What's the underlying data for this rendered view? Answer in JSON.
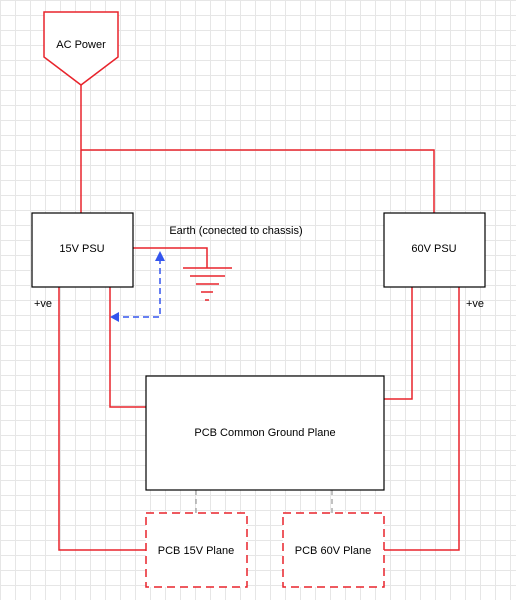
{
  "nodes": {
    "ac_power": "AC Power",
    "psu_15v": "15V PSU",
    "psu_60v": "60V PSU",
    "earth": "Earth (conected to chassis)",
    "ground_plane": "PCB Common Ground Plane",
    "plane_15v": "PCB 15V Plane",
    "plane_60v": "PCB 60V Plane"
  },
  "annotations": {
    "plus_left": "+ve",
    "plus_right": "+ve"
  },
  "colors": {
    "wire": "#e8242c",
    "return_path": "#3355ee",
    "box_stroke": "#000000"
  }
}
